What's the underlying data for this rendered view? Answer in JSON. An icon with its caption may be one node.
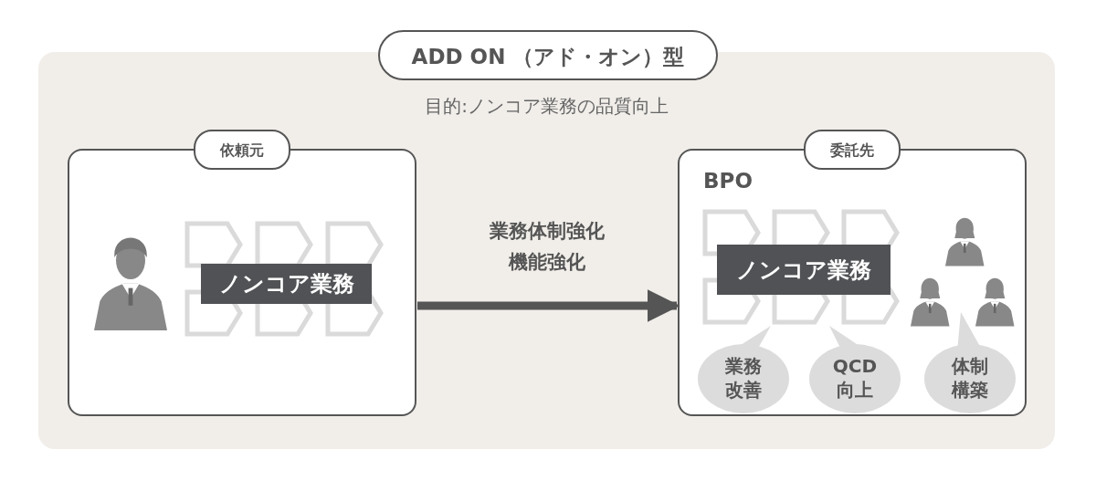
{
  "diagram": {
    "nodes": [
      {
        "text": [
          "ADD ON （アド・オン）型",
          "目的:ノンコア業務の品質向上"
        ]
      },
      {
        "text": [
          "依頼元"
        ],
        "in": 0
      },
      {
        "text": [
          "ノンコア業務"
        ],
        "in": 1
      },
      {
        "text": [
          "委託先",
          "BPO"
        ],
        "in": 0
      },
      {
        "text": [
          "ノンコア業務"
        ],
        "in": 3
      },
      {
        "text": [
          "業務改善"
        ],
        "in": 3
      },
      {
        "text": [
          "QCD向上"
        ],
        "in": 3
      },
      {
        "text": [
          "体制構築"
        ],
        "in": 3
      }
    ],
    "edges": [
      {
        "from": 1,
        "to": 3,
        "arrow": "to",
        "label": "業務体制強化機能強化"
      }
    ]
  }
}
